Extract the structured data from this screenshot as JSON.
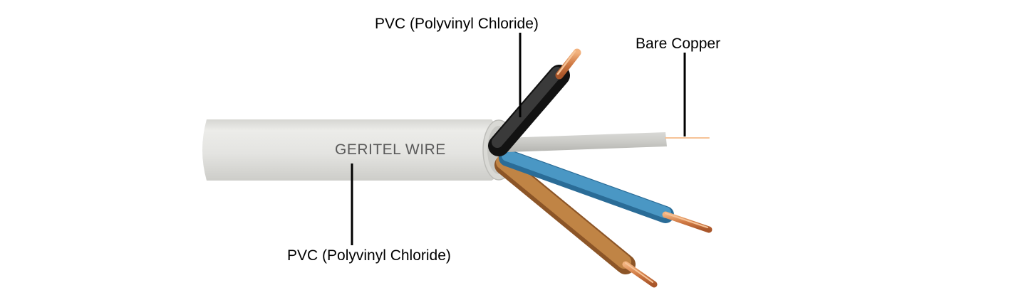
{
  "labels": {
    "top_insulation": "PVC (Polyvinyl Chloride)",
    "conductor": "Bare Copper",
    "sheath": "PVC (Polyvinyl Chloride)"
  },
  "cable_print": "GERITEL WIRE",
  "colors": {
    "sheath": "#e6e6e3",
    "black_core": "#262626",
    "grey_core": "#cfcfcb",
    "blue_core": "#3a86b5",
    "brown_core": "#b87a3c",
    "copper": "#d07a44",
    "leader_line": "#000000"
  }
}
